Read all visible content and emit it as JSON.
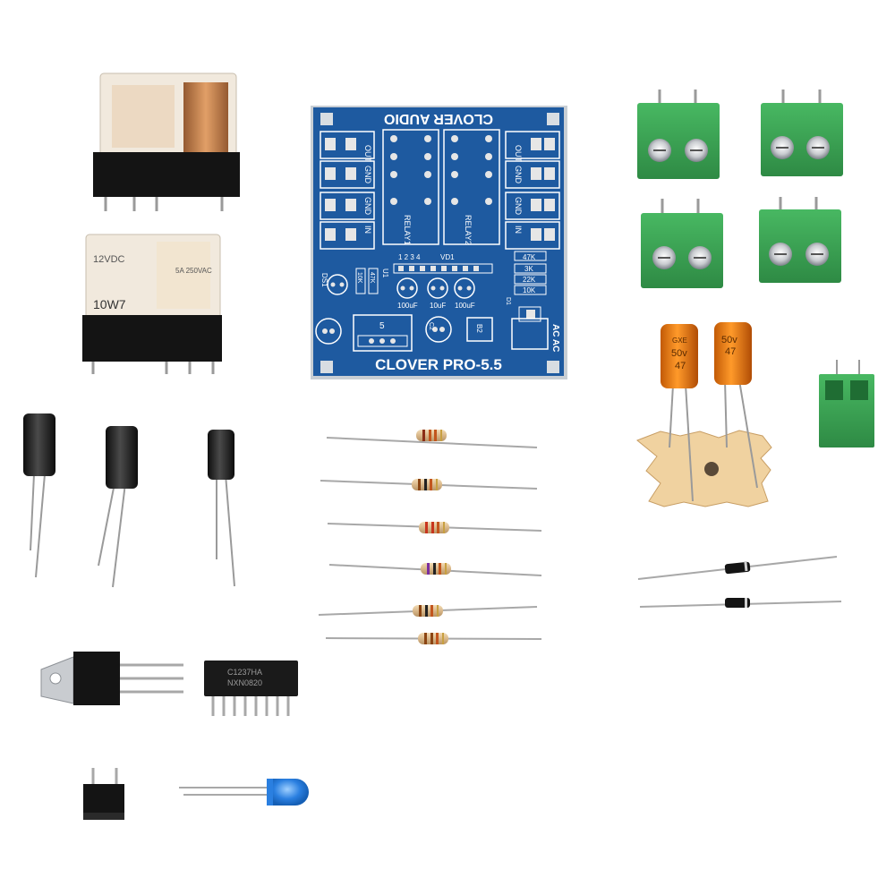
{
  "pcb": {
    "title_top": "CLOVER AUDIO",
    "title_bottom": "CLOVER PRO-5.5",
    "relay1": "RELAY1",
    "relay2": "RELAY2",
    "out_left": "OUT",
    "gnd_left_1": "GND",
    "gnd_left_2": "GND",
    "in_left": "IN",
    "out_right": "OUT",
    "gnd_right_1": "GND",
    "gnd_right_2": "GND",
    "in_right": "IN",
    "r_47k": "47K",
    "r_3k": "3K",
    "r_22k": "22K",
    "r_10k": "10K",
    "r_10k_left": "10K",
    "r_47k_left": "47K",
    "cap_100uf_1": "100uF",
    "cap_10uf": "10uF",
    "cap_100uf_2": "100uF",
    "pins": "1 2 3 4",
    "vd1": "VD1",
    "u1": "U1",
    "ds1": "DS1",
    "d1": "D1",
    "b2": "B2",
    "c2": "C2",
    "ic5": "5",
    "acac": "AC AC"
  },
  "relay_labels": {
    "relay2_line1": "12VDC",
    "relay2_line2": "10W7",
    "relay2_rating": "5A 250VAC"
  },
  "ic": {
    "line1": "C1237HA",
    "line2": "NXN0820"
  },
  "caps": {
    "orange_voltage": "50v",
    "orange_value": "47",
    "orange_brand": "GXE"
  }
}
